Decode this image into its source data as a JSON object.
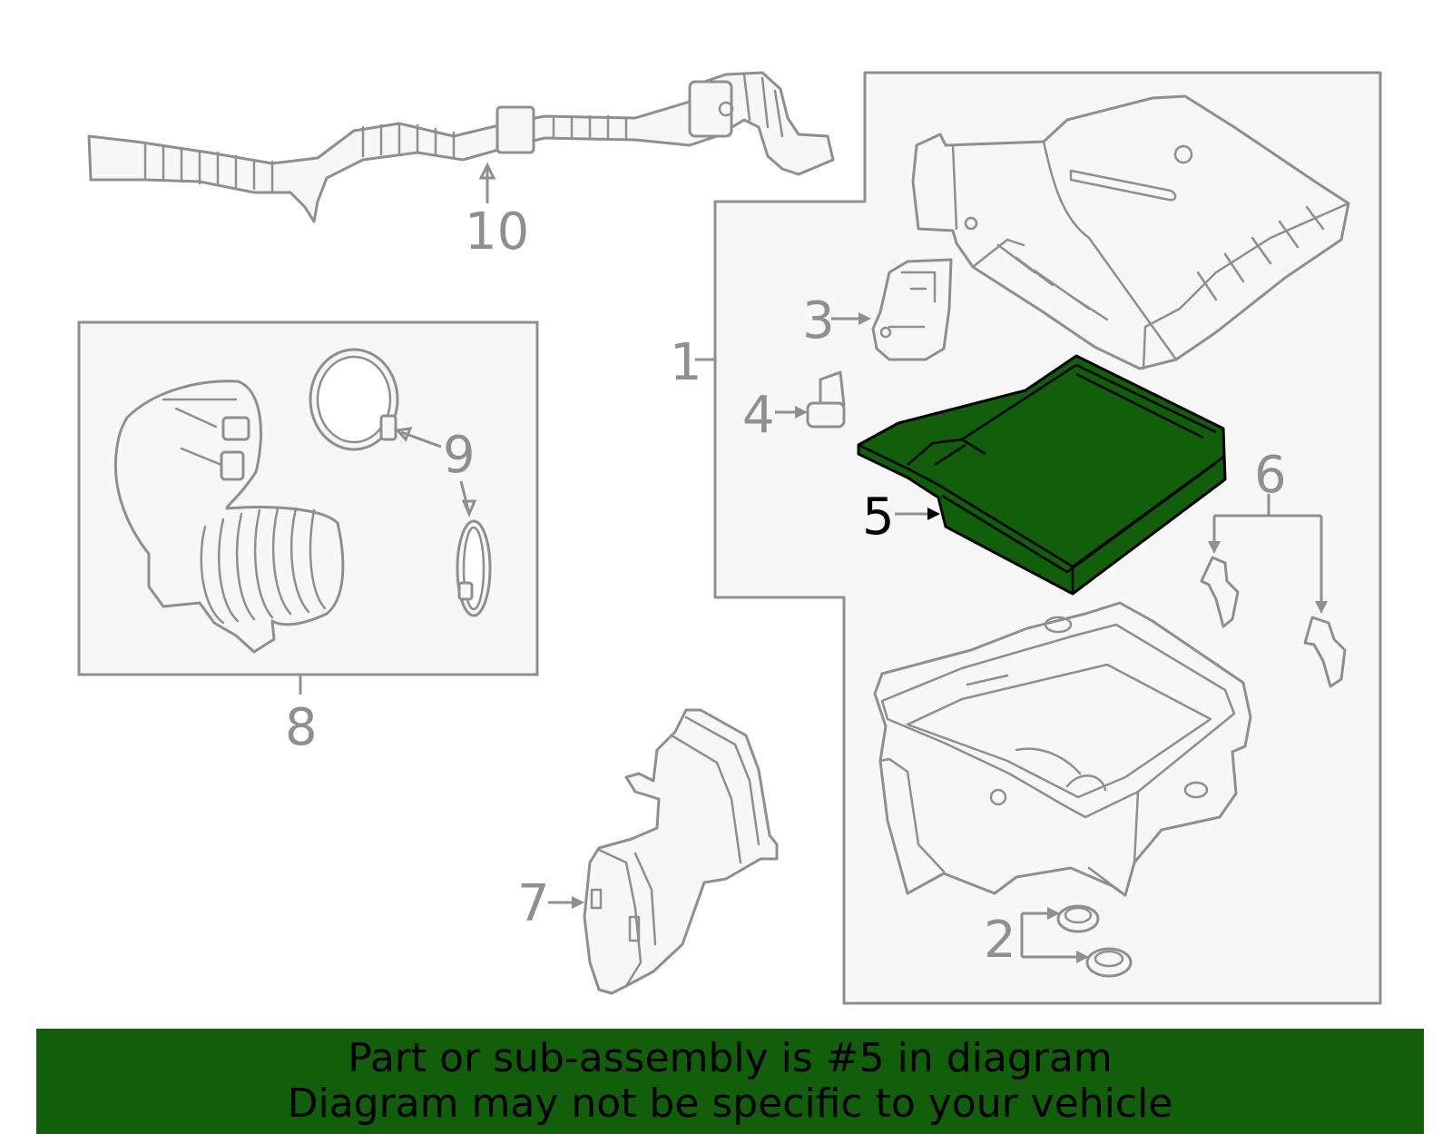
{
  "callouts": {
    "c1": "1",
    "c2": "2",
    "c3": "3",
    "c4": "4",
    "c5": "5",
    "c6": "6",
    "c7": "7",
    "c8": "8",
    "c9": "9",
    "c10": "10"
  },
  "highlighted_part": "5",
  "colors": {
    "highlight_fill": "#115e0b",
    "line_gray": "#8f8f8f",
    "banner_bg": "#115e0b"
  },
  "banner": {
    "line1": "Part or sub-assembly is #5 in diagram",
    "line2": "Diagram may not be specific to your vehicle"
  }
}
